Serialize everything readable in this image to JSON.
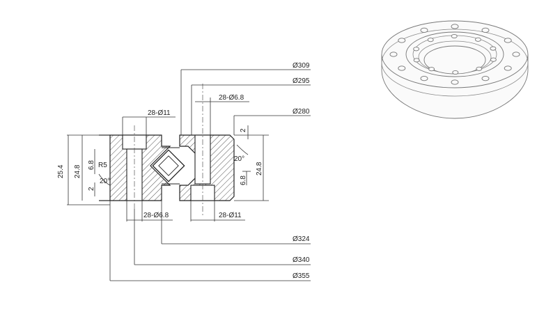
{
  "dimensions": {
    "d309": "Ø309",
    "d295": "Ø295",
    "holes_inner": "28-Ø6.8",
    "d280": "Ø280",
    "holes_outer": "28-Ø11",
    "chamfer_top": "2",
    "angle_right": "20°",
    "h_right": "24.8",
    "depth_right": "6.8",
    "holes_bottom_right": "28-Ø11",
    "holes_bottom_left": "28-Ø6.8",
    "h_total": "25.4",
    "h_left": "24.8",
    "depth_left": "6.8",
    "radius": "R5",
    "angle_left": "20°",
    "chamfer_left": "2",
    "d324": "Ø324",
    "d340": "Ø340",
    "d355": "Ø355"
  }
}
